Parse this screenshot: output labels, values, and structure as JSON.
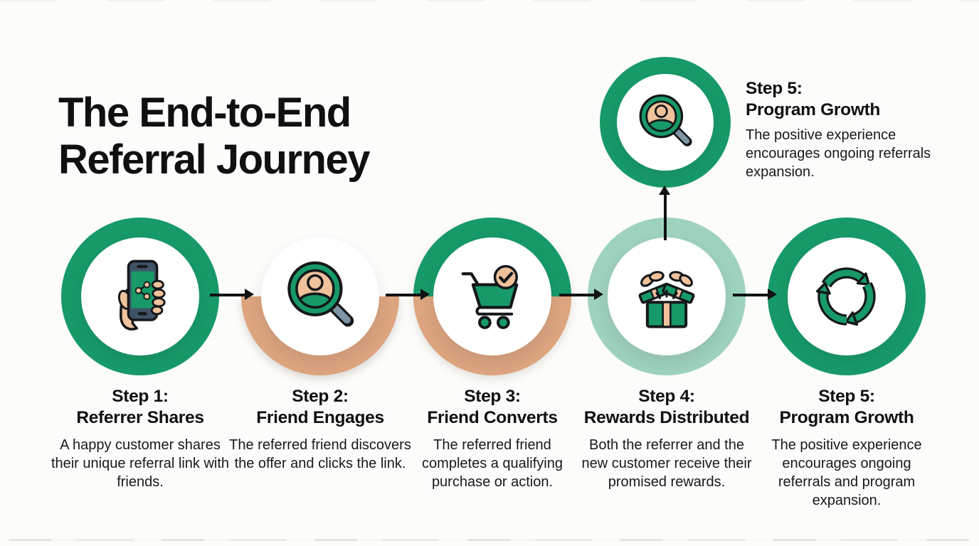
{
  "title": {
    "line1": "The End-to-End",
    "line2": "Referral Journey"
  },
  "branch_step": {
    "step_label": "Step 5:",
    "step_title": "Program Growth",
    "description": "The positive experience encourages ongoing referrals expansion.",
    "icon": "magnifier-person-icon"
  },
  "steps": [
    {
      "step_label": "Step 1:",
      "step_title": "Referrer Shares",
      "description": "A happy customer shares their unique referral link with friends.",
      "icon": "hand-phone-share-icon"
    },
    {
      "step_label": "Step 2:",
      "step_title": "Friend Engages",
      "description": "The referred friend discovers the offer and clicks the link.",
      "icon": "magnifier-person-icon"
    },
    {
      "step_label": "Step 3:",
      "step_title": "Friend Converts",
      "description": "The referred friend completes a qualifying purchase or action.",
      "icon": "cart-check-icon"
    },
    {
      "step_label": "Step 4:",
      "step_title": "Rewards Distributed",
      "description": "Both the referrer and the new customer receive their promised rewards.",
      "icon": "open-gift-icon"
    },
    {
      "step_label": "Step 5:",
      "step_title": "Program Growth",
      "description": "The positive experience encourages ongoing referrals and program expansion.",
      "icon": "cycle-arrows-icon"
    }
  ],
  "palette": {
    "green": "#179a68",
    "pale_green": "#9ed2bd",
    "tan_arc": "#dca47f",
    "skin_tan": "#efc29c",
    "phone_slate": "#3f5366",
    "handle_gray": "#7e95a6",
    "ink": "#15181a",
    "background": "#fcfcfa"
  }
}
